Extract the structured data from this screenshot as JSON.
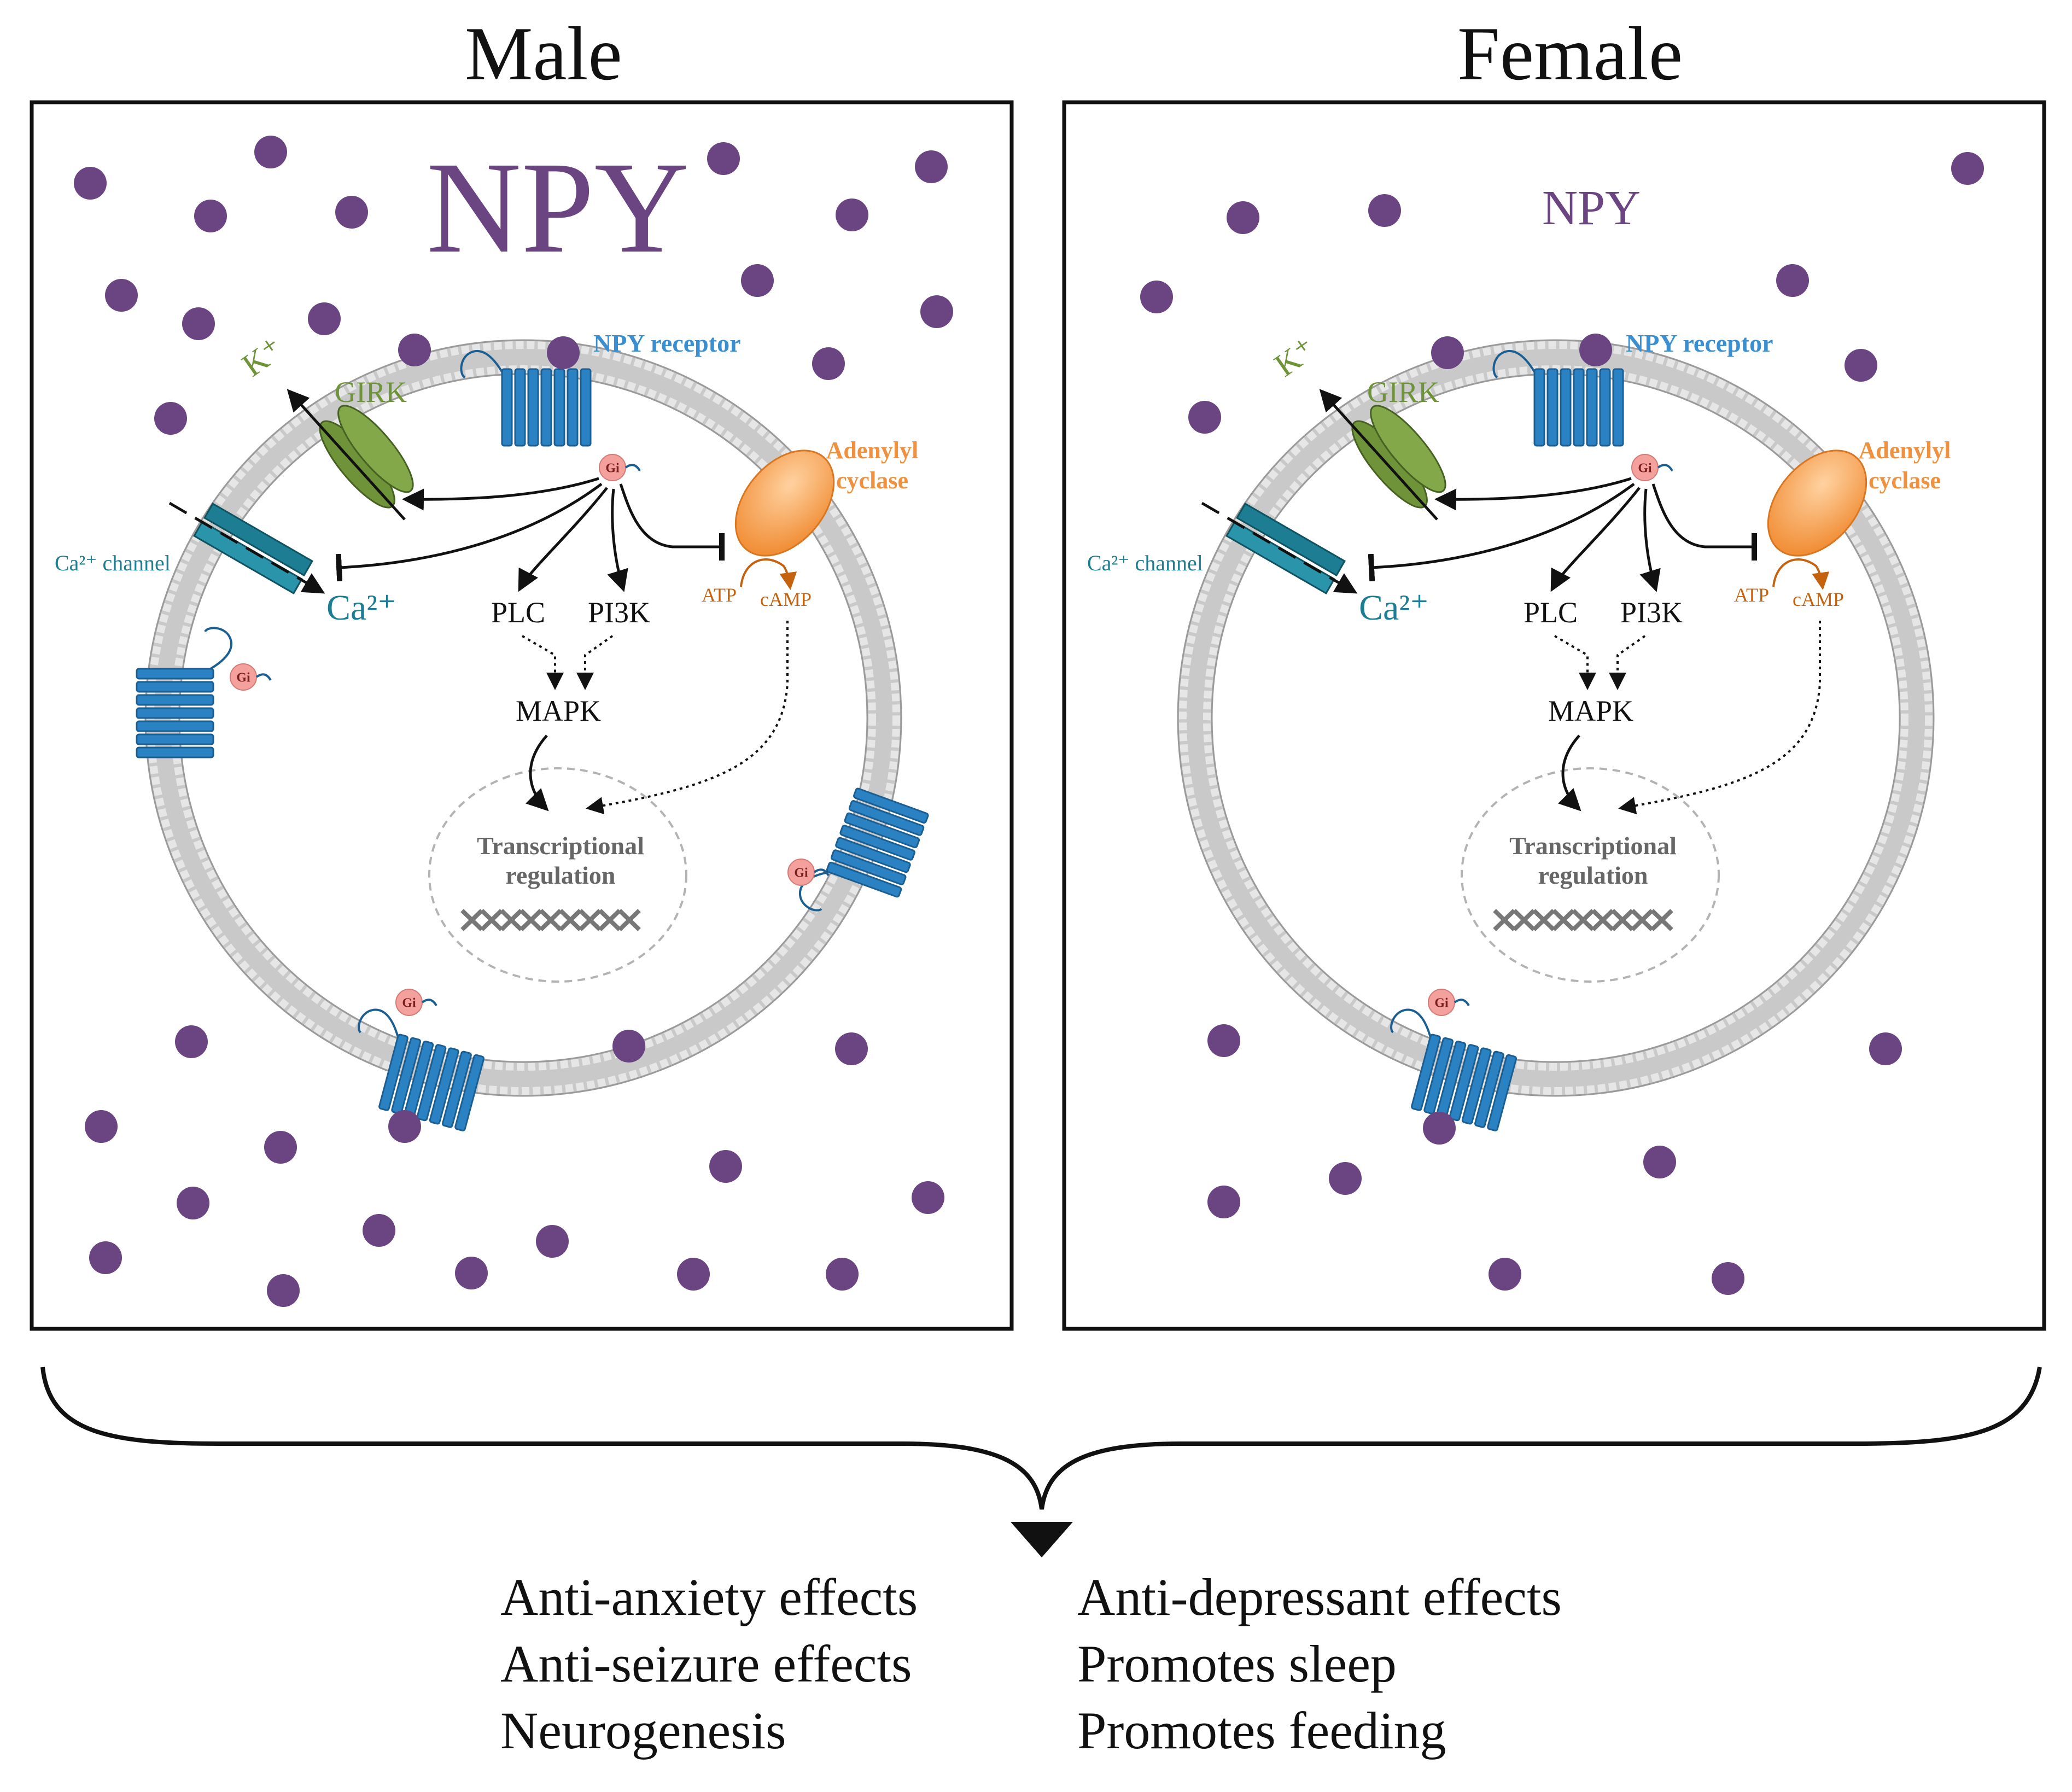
{
  "colors": {
    "npy_dot": "#6a4582",
    "npy_text": "#6a4582",
    "receptor": "#2b82c3",
    "receptor_text": "#3a8fd1",
    "girk": "#6e9338",
    "ca_channel": "#1d7d92",
    "adenylyl": "#f39a4a",
    "adenylyl_text": "#f0913f",
    "camp": "#c4620e",
    "gi_circle": "#f4a09c",
    "membrane": "#c9c9c9",
    "frame": "#111111"
  },
  "panels": [
    {
      "title": "Male",
      "npy_label": "NPY",
      "labels": {
        "npy_receptor": "NPY receptor",
        "girk": "GIRK",
        "k_ion": "K⁺",
        "ca_channel": "Ca²⁺ channel",
        "ca_ion": "Ca²⁺",
        "adenylyl_line1": "Adenylyl",
        "adenylyl_line2": "cyclase",
        "atp": "ATP",
        "camp": "cAMP",
        "plc": "PLC",
        "pi3k": "PI3K",
        "mapk": "MAPK",
        "transcription_line1": "Transcriptional",
        "transcription_line2": "regulation",
        "gi": "Gi"
      }
    },
    {
      "title": "Female",
      "npy_label": "NPY",
      "labels": {
        "npy_receptor": "NPY receptor",
        "girk": "GIRK",
        "k_ion": "K⁺",
        "ca_channel": "Ca²⁺ channel",
        "ca_ion": "Ca²⁺",
        "adenylyl_line1": "Adenylyl",
        "adenylyl_line2": "cyclase",
        "atp": "ATP",
        "camp": "cAMP",
        "plc": "PLC",
        "pi3k": "PI3K",
        "mapk": "MAPK",
        "transcription_line1": "Transcriptional",
        "transcription_line2": "regulation",
        "gi": "Gi"
      }
    }
  ],
  "effects_left": [
    "Anti-anxiety effects",
    "Anti-seizure effects",
    "Neurogenesis"
  ],
  "effects_right": [
    "Anti-depressant effects",
    "Promotes sleep",
    "Promotes feeding"
  ]
}
